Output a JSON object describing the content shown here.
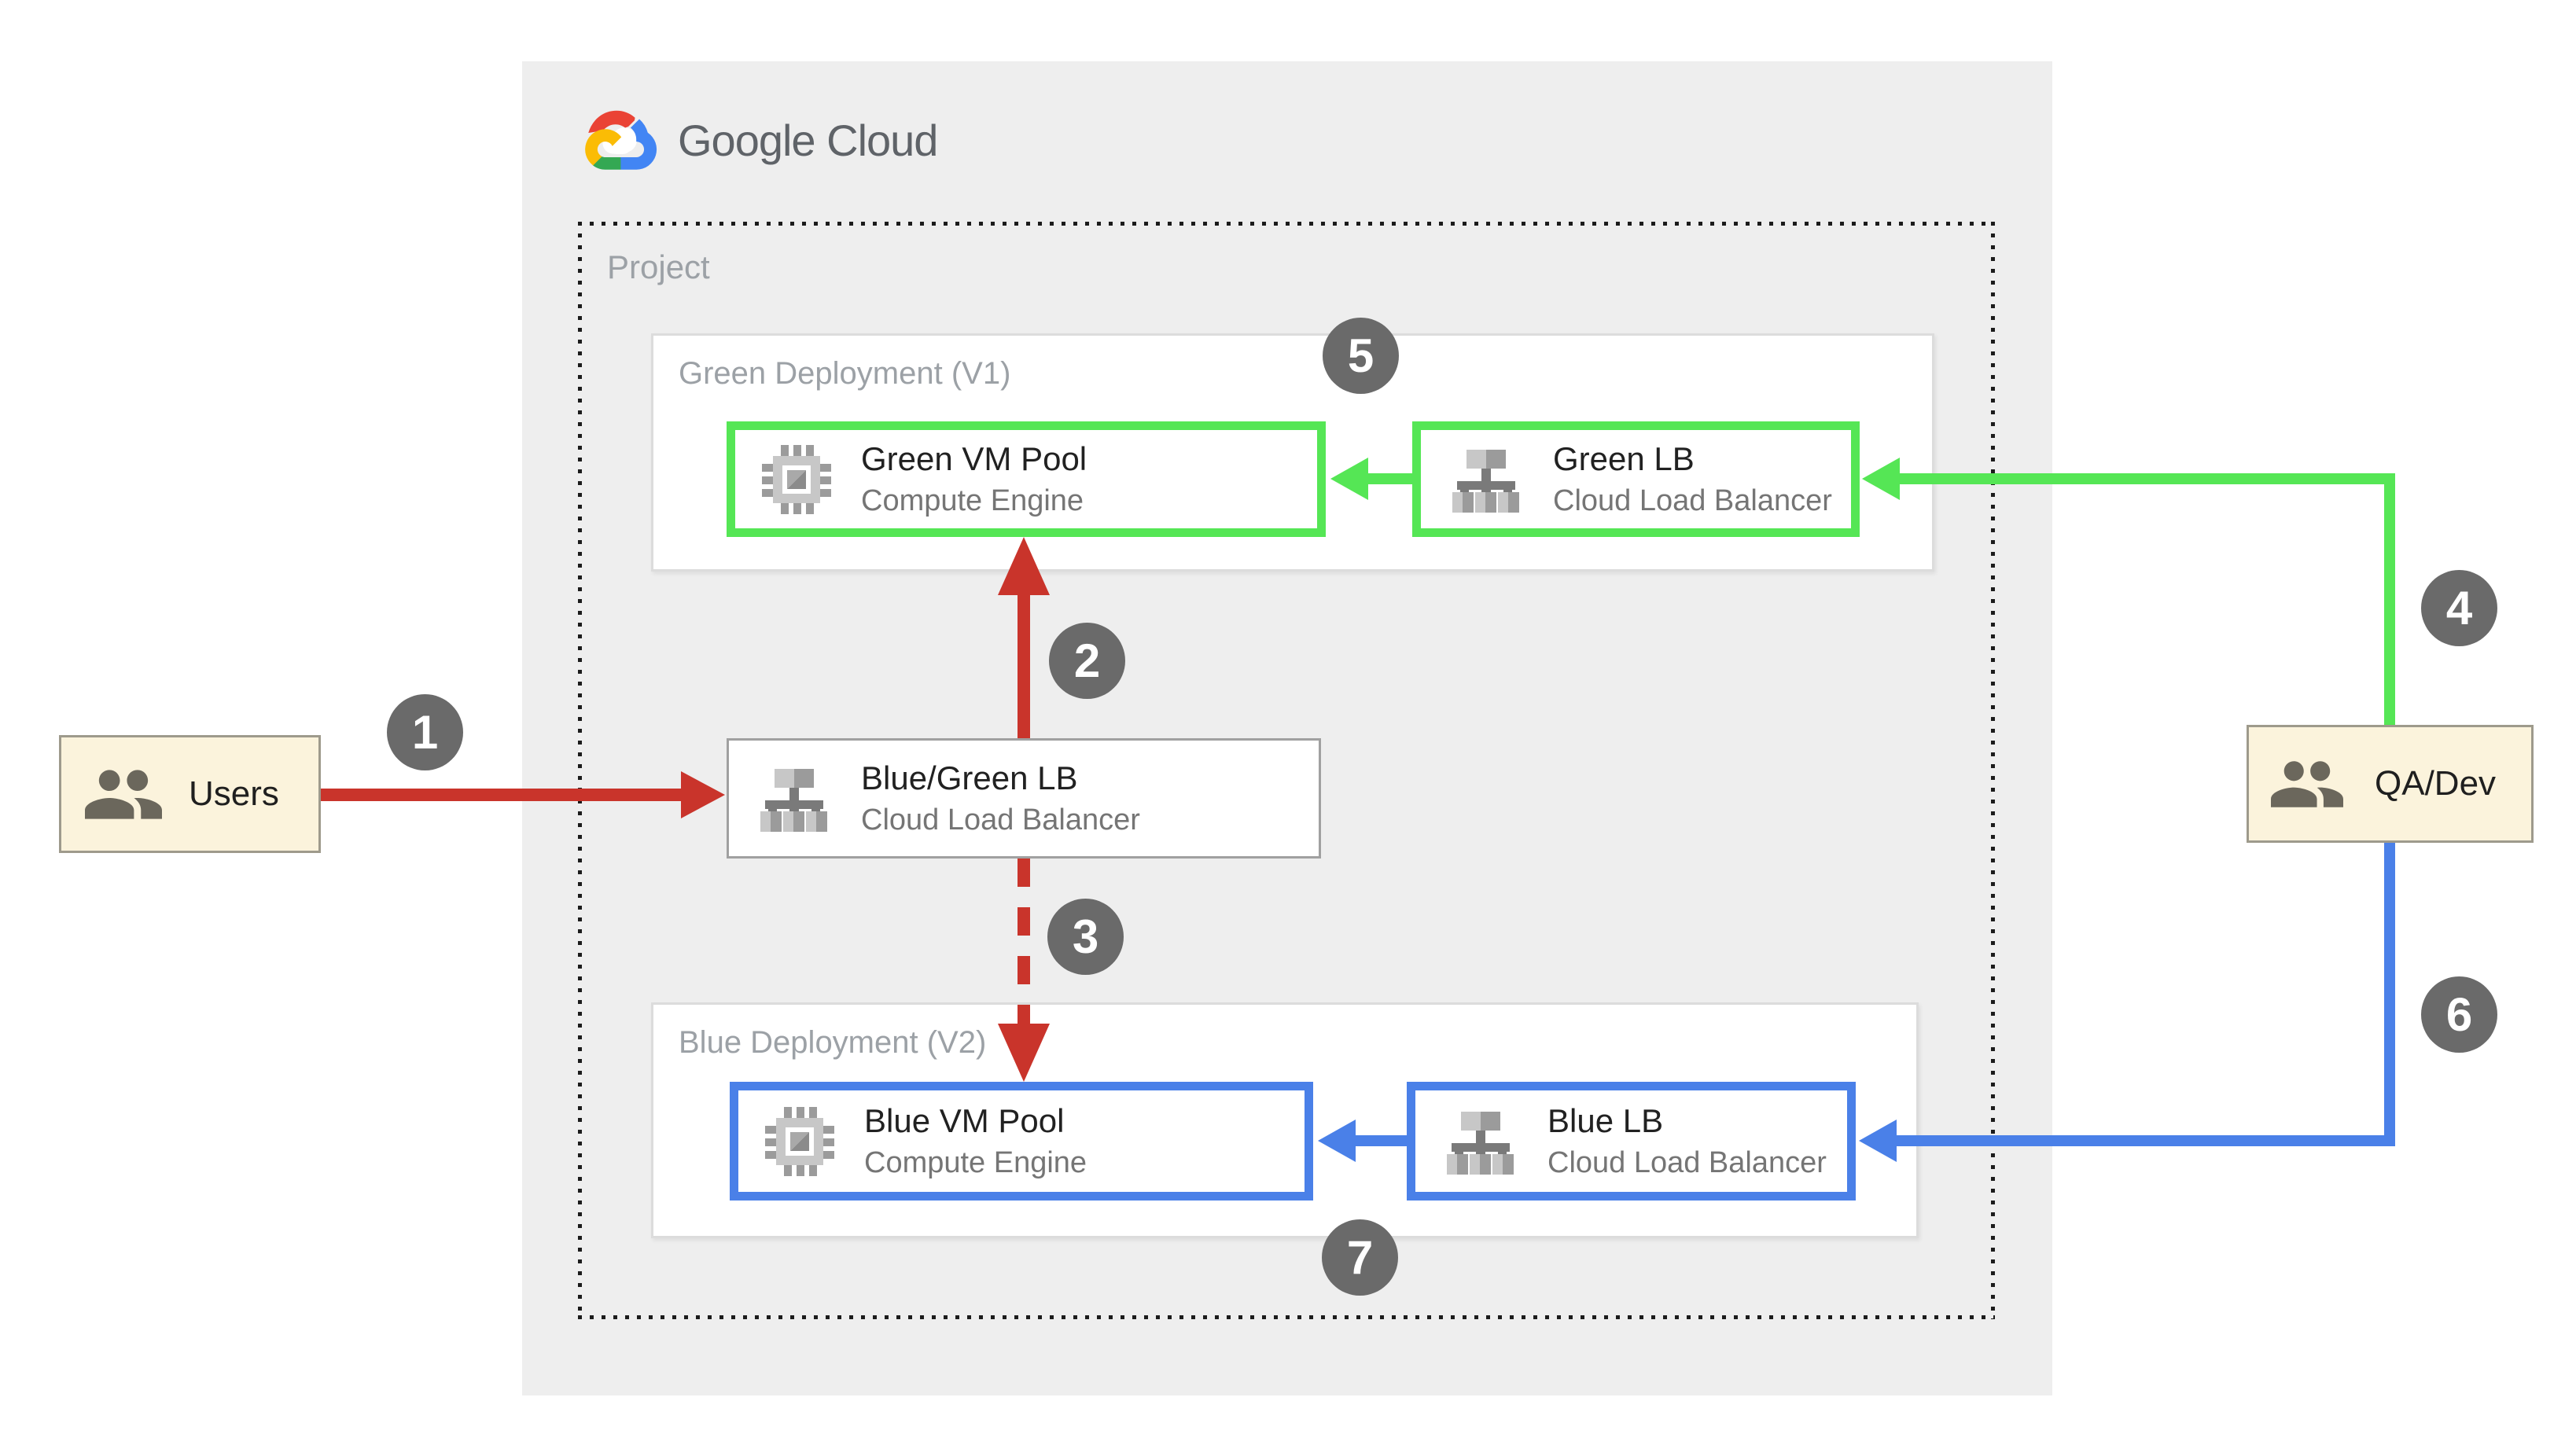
{
  "app": {
    "brand": "Google Cloud"
  },
  "project": {
    "label": "Project"
  },
  "sections": {
    "green": {
      "title": "Green Deployment (V1)"
    },
    "blue": {
      "title": "Blue Deployment (V2)"
    }
  },
  "nodes": {
    "green_vm": {
      "title": "Green VM Pool",
      "subtitle": "Compute Engine"
    },
    "green_lb": {
      "title": "Green LB",
      "subtitle": "Cloud Load Balancer"
    },
    "bluegreen_lb": {
      "title": "Blue/Green LB",
      "subtitle": "Cloud Load Balancer"
    },
    "blue_vm": {
      "title": "Blue VM Pool",
      "subtitle": "Compute Engine"
    },
    "blue_lb": {
      "title": "Blue LB",
      "subtitle": "Cloud Load Balancer"
    },
    "users": {
      "label": "Users"
    },
    "qa_dev": {
      "label": "QA/Dev"
    }
  },
  "badges": {
    "b1": "1",
    "b2": "2",
    "b3": "3",
    "b4": "4",
    "b5": "5",
    "b6": "6",
    "b7": "7"
  },
  "icons": {
    "compute_engine": "chip-icon",
    "load_balancer": "load-balancer-icon",
    "users": "people-icon",
    "brand": "google-cloud-logo-icon"
  },
  "colors": {
    "canvas": "#EEEEEE",
    "green": "#55E655",
    "blue": "#4A80E8",
    "red": "#C9342B",
    "cream": "#FBF3DC",
    "cream-border": "#9E9A8C",
    "badge": "#6A6A6A",
    "section-border": "#DCDCDC",
    "node-border": "#A0A0A0",
    "dot": "#1B1B1B",
    "title-dark": "#212121",
    "text-gray": "#757575",
    "label-gray": "#9CA1A6",
    "logo-text": "#5F6368",
    "icon-lt": "#C7C7C7",
    "icon-md": "#9B9B9B",
    "icon-dk": "#7A7A7A",
    "people": "#6B675C",
    "g-red": "#EA4335",
    "g-blue": "#4285F4",
    "g-green": "#34A853",
    "g-yellow": "#FBBC05"
  }
}
